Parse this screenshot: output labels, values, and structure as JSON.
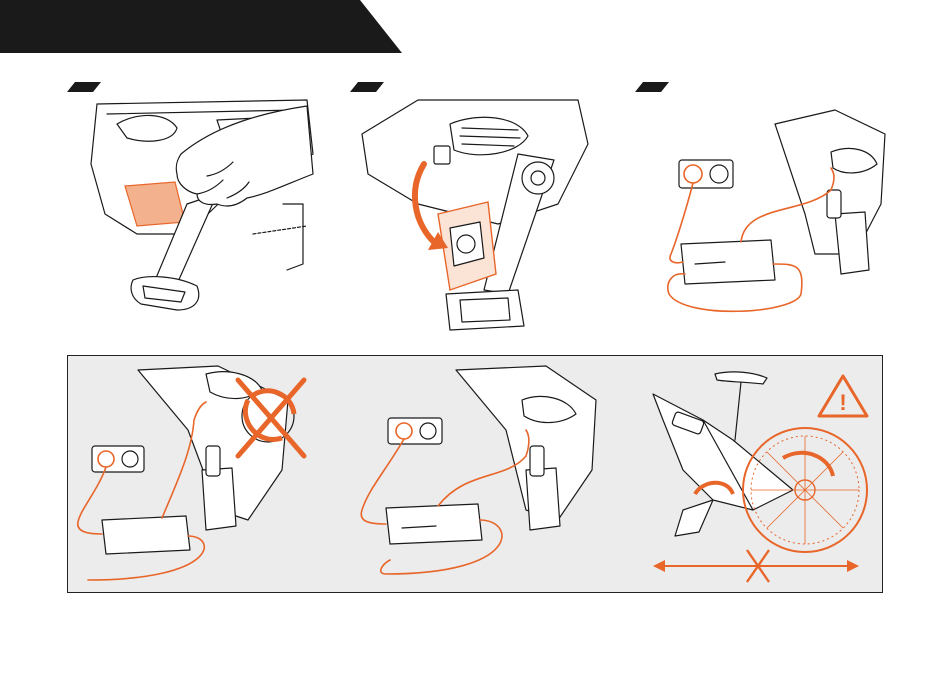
{
  "colors": {
    "accent": "#e8662a",
    "ink": "#1a1a1a",
    "panel_bg": "#ececec",
    "band": "#1a1a1a"
  },
  "steps": [
    {
      "id": "step-1",
      "icon": "hand-opening-charge-cover-icon"
    },
    {
      "id": "step-2",
      "icon": "open-charge-port-arrow-icon"
    },
    {
      "id": "step-3",
      "icon": "charger-connected-to-outlet-icon"
    }
  ],
  "lower_panel": [
    {
      "id": "wrong-cable-routing",
      "icon": "cable-through-crank-crossed-out-icon"
    },
    {
      "id": "correct-cable-routing",
      "icon": "charger-cable-routed-correctly-icon"
    },
    {
      "id": "do-not-move-bike",
      "icon": "warning-triangle-icon",
      "warning_mark": "!"
    }
  ]
}
